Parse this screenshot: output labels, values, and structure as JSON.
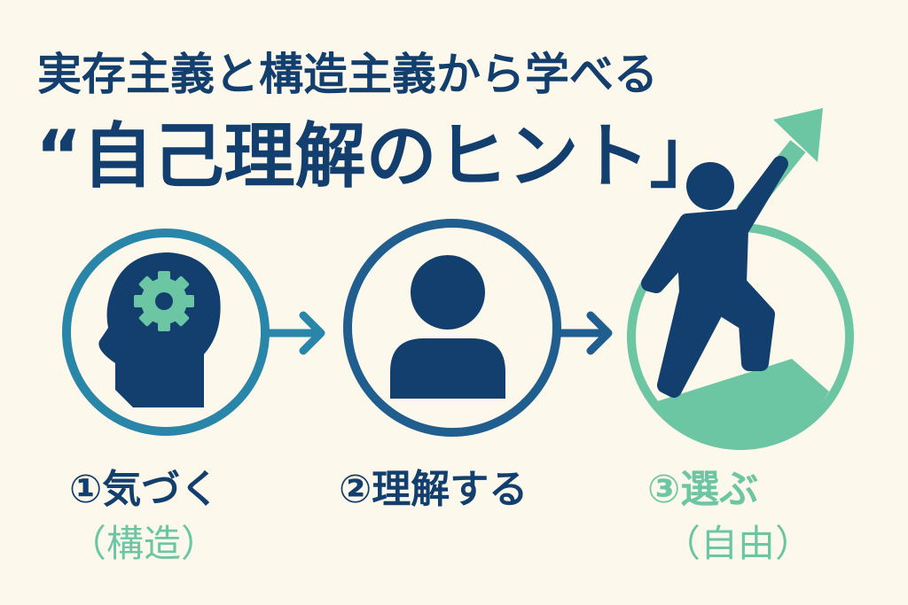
{
  "title": {
    "line1": "実存主義と構造主義から学べる",
    "line2": "“自己理解のヒント」"
  },
  "steps": [
    {
      "label": "①気づく",
      "sub": "（構造）",
      "icon": "head-gear-icon"
    },
    {
      "label": "②理解する",
      "icon": "person-icon"
    },
    {
      "label": "③選ぶ",
      "sub": "（自由）",
      "icon": "climbing-person-arrow-icon"
    }
  ],
  "colors": {
    "navy": "#123f6e",
    "blue": "#2a86a8",
    "darkblue": "#1f5e8f",
    "green": "#6cc6a4",
    "bg": "#fcf9ec"
  }
}
